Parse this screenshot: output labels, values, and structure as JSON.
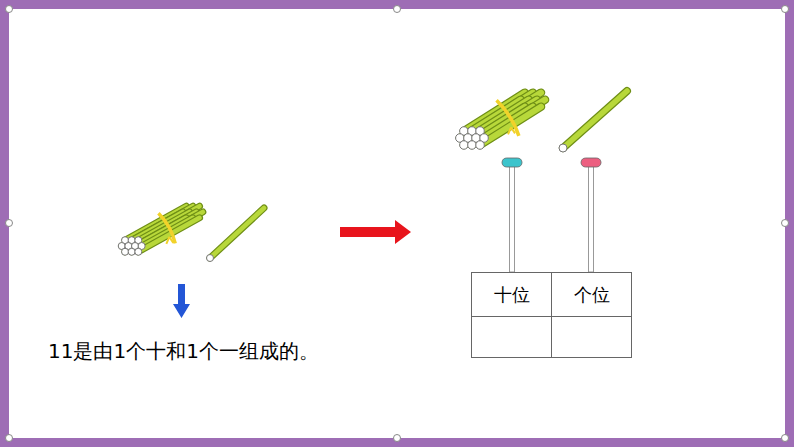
{
  "diagram": {
    "labels": [
      "11是由1个十和1个一组成的。",
      "十位",
      "个位"
    ]
  }
}
